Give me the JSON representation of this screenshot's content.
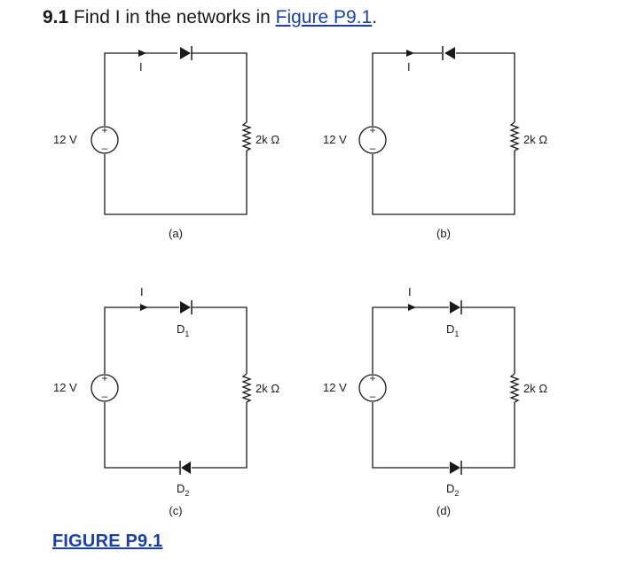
{
  "question": {
    "number": "9.1",
    "text": " Find I in the networks in ",
    "link": "Figure P9.1",
    "end": "."
  },
  "caption": "FIGURE P9.1",
  "circuits": {
    "a": {
      "label": "(a)",
      "source": "12 V",
      "resistor": "2k Ω",
      "current": "I"
    },
    "b": {
      "label": "(b)",
      "source": "12 V",
      "resistor": "2k Ω",
      "current": "I"
    },
    "c": {
      "label": "(c)",
      "source": "12 V",
      "resistor": "2k Ω",
      "current": "I",
      "d1": "D",
      "d1_sub": "1",
      "d2": "D",
      "d2_sub": "2"
    },
    "d": {
      "label": "(d)",
      "source": "12 V",
      "resistor": "2k Ω",
      "current": "I",
      "d1": "D",
      "d1_sub": "1",
      "d2": "D",
      "d2_sub": "2"
    }
  },
  "source_signs": {
    "plus": "+",
    "minus": "–"
  }
}
